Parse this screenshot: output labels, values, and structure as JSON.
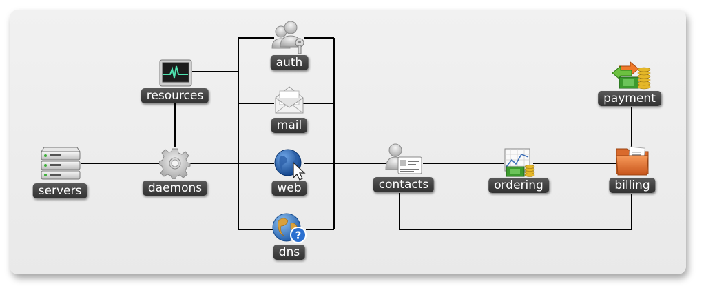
{
  "nodes": {
    "servers": {
      "label": "servers",
      "icon": "server-rack-icon"
    },
    "daemons": {
      "label": "daemons",
      "icon": "gear-icon"
    },
    "resources": {
      "label": "resources",
      "icon": "system-monitor-icon"
    },
    "auth": {
      "label": "auth",
      "icon": "users-key-icon"
    },
    "mail": {
      "label": "mail",
      "icon": "envelope-icon"
    },
    "web": {
      "label": "web",
      "icon": "globe-cursor-icon"
    },
    "dns": {
      "label": "dns",
      "icon": "globe-question-icon"
    },
    "contacts": {
      "label": "contacts",
      "icon": "contact-card-icon"
    },
    "ordering": {
      "label": "ordering",
      "icon": "chart-money-icon"
    },
    "billing": {
      "label": "billing",
      "icon": "folder-documents-icon"
    },
    "payment": {
      "label": "payment",
      "icon": "money-exchange-icon"
    }
  },
  "colors": {
    "label_bg": "#3f3f3f",
    "label_text": "#ffffff",
    "edge": "#000000",
    "canvas_bg": "#eeeeee"
  }
}
